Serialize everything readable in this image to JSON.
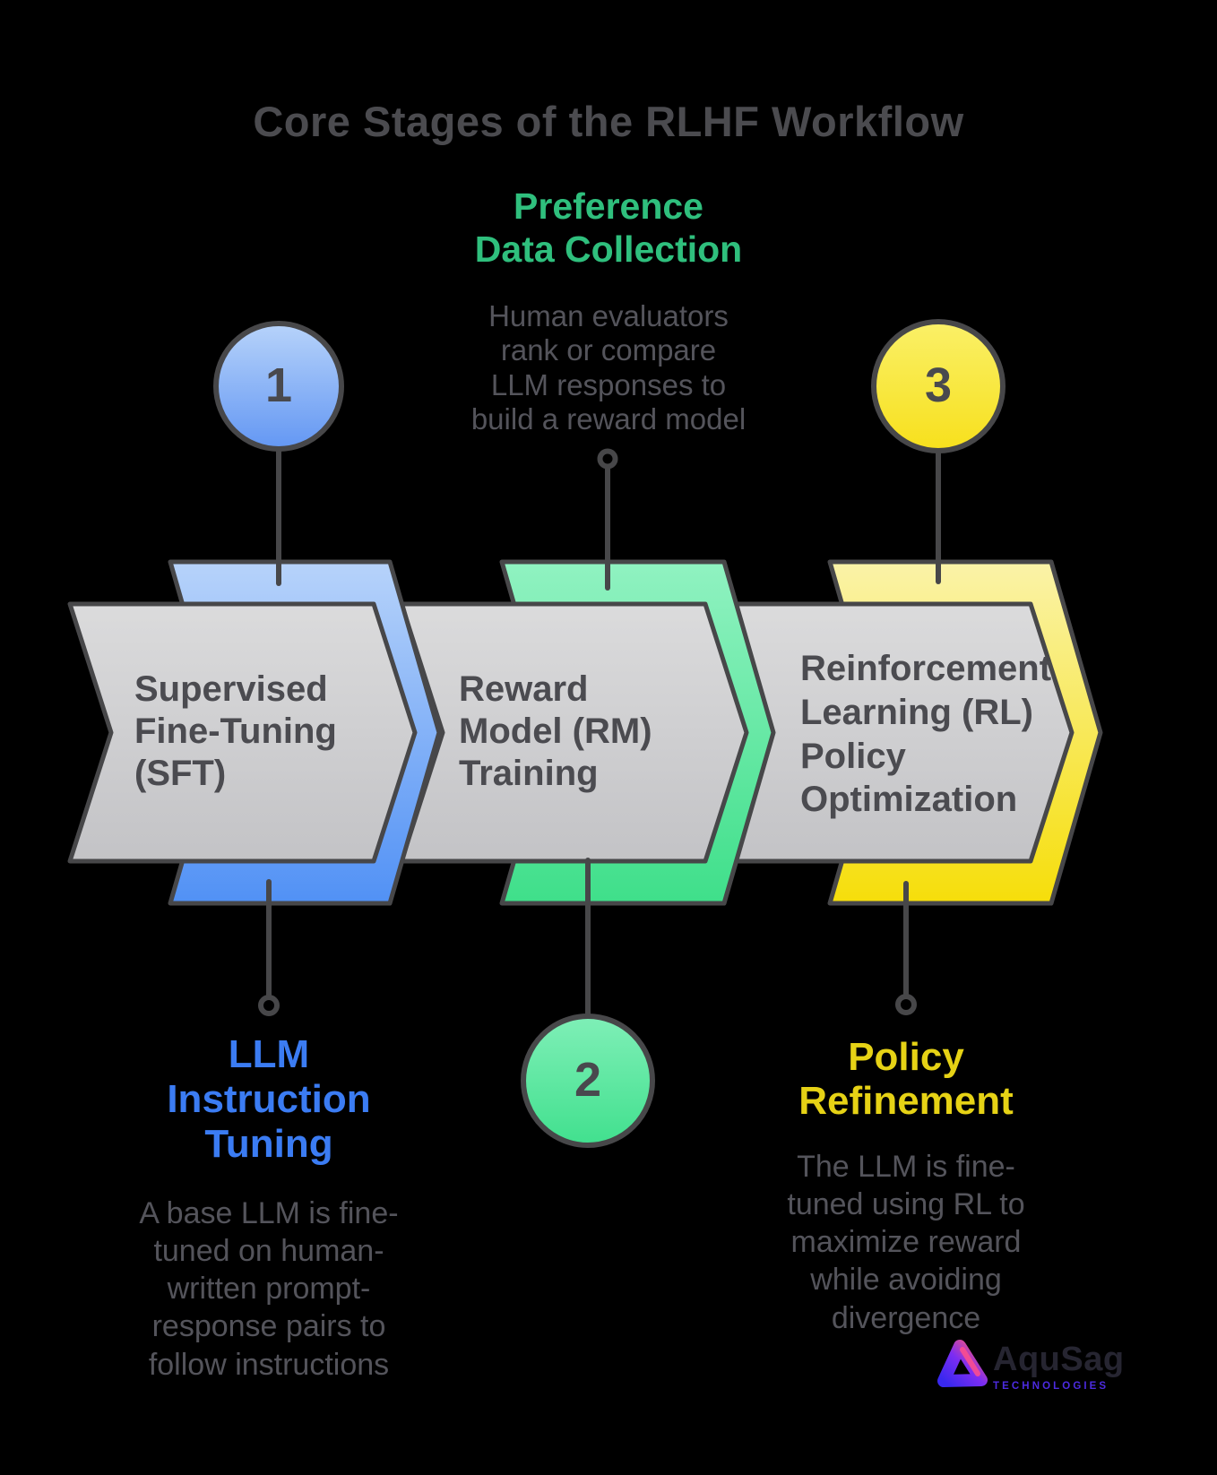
{
  "title": "Core Stages of the RLHF Workflow",
  "palette": {
    "background": "#000000",
    "outline": "#474749",
    "arrow_fill_top": "#d9d9da",
    "arrow_fill_bottom": "#c3c3c6",
    "arrow_text": "#4b4b50",
    "muted_text": "#54545b",
    "blue_accent": "#5191f5",
    "green_accent": "#3fdf8a",
    "yellow_accent": "#f6de0a",
    "blue_heading": "#3b7cf3",
    "green_heading": "#2fbf7d",
    "yellow_heading": "#e6d215"
  },
  "stages": [
    {
      "number": "1",
      "arrow_label": "Supervised\nFine-Tuning\n(SFT)",
      "accent": "#5191f5",
      "callout_position": "bottom",
      "callout_title": "LLM\nInstruction\nTuning",
      "callout_body": "A base LLM is fine-\ntuned on human-\nwritten prompt-\nresponse pairs to\nfollow instructions"
    },
    {
      "number": "2",
      "arrow_label": "Reward\nModel (RM)\nTraining",
      "accent": "#3fdf8a",
      "callout_position": "top",
      "callout_title": "Preference\nData Collection",
      "callout_body": "Human evaluators\nrank or compare\nLLM responses to\nbuild a reward model"
    },
    {
      "number": "3",
      "arrow_label": "Reinforcement\nLearning (RL)\nPolicy\nOptimization",
      "accent": "#f6de0a",
      "callout_position": "bottom",
      "callout_title": "Policy\nRefinement",
      "callout_body": "The LLM is fine-\ntuned using RL to\nmaximize reward\nwhile avoiding\ndivergence"
    }
  ],
  "logo": {
    "brand": "AquSag",
    "tagline": "TECHNOLOGIES"
  }
}
